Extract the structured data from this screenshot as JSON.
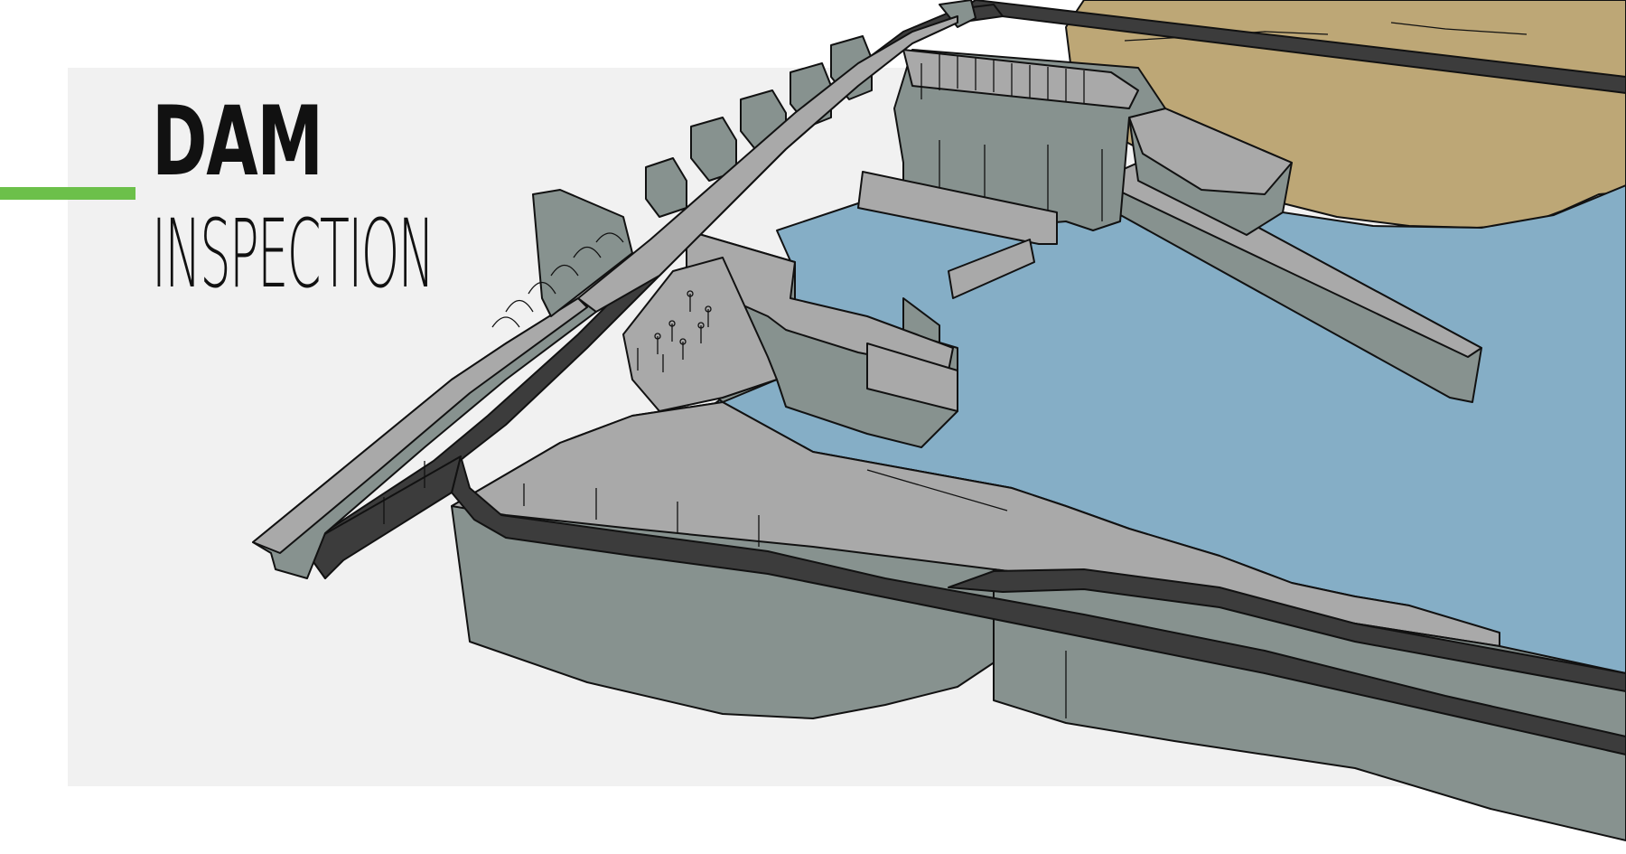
{
  "header": {
    "title_line1": "DAM",
    "title_line2": "INSPECTION"
  },
  "colors": {
    "accent": "#6cc04a",
    "panel": "#f1f1f1",
    "water": "#85aec6",
    "land": "#bda776",
    "concrete_dark": "#87928f",
    "concrete_light": "#a9a9a9",
    "road": "#3c3c3c",
    "outline": "#111111"
  },
  "illustration": {
    "subject": "dam-structure-isometric",
    "icon": "dam-illustration-icon"
  }
}
